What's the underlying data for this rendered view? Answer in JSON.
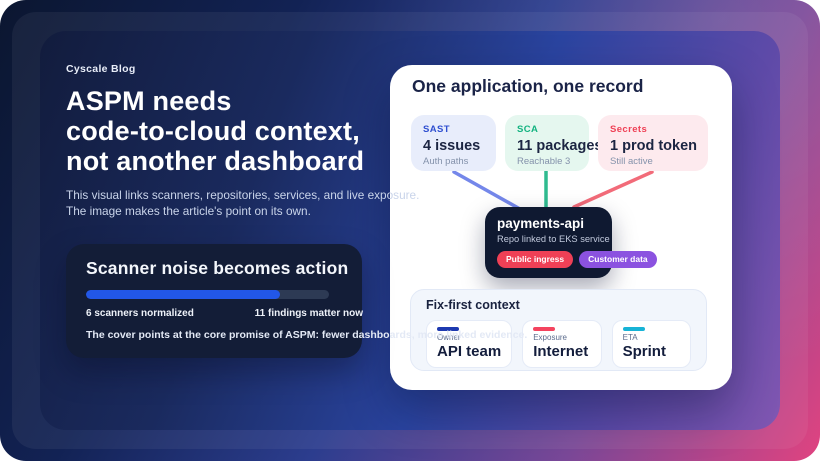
{
  "brand": {
    "label": "Cyscale Blog"
  },
  "hero": {
    "title_lines": [
      "ASPM needs",
      "code-to-cloud context,",
      "not another dashboard"
    ],
    "subtitle_lines": [
      "This visual links scanners, repositories, services, and live exposure.",
      "The image makes the article's point on its own."
    ]
  },
  "noise_card": {
    "title": "Scanner noise becomes action",
    "progress_percent": 80,
    "progress_width": "80%",
    "progress_color": "#2257e7",
    "left_stat": "6 scanners normalized",
    "right_stat": "11 findings matter now",
    "note": "The cover points at the core promise of ASPM: fewer dashboards, more linked evidence."
  },
  "record_card": {
    "title": "One application, one record",
    "scanners": [
      {
        "name": "SAST",
        "value": "4 issues",
        "detail": "Auth paths",
        "color": "#2f4fd0",
        "bg": "#e8edfb",
        "line_color": "#7487ea"
      },
      {
        "name": "SCA",
        "value": "11 packages",
        "detail": "Reachable 3",
        "color": "#13b380",
        "bg": "#e5f7ef",
        "line_color": "#2fbb8f"
      },
      {
        "name": "Secrets",
        "value": "1 prod token",
        "detail": "Still active",
        "color": "#ef4156",
        "bg": "#fdeaee",
        "line_color": "#f26b79"
      }
    ],
    "node": {
      "title": "payments-api",
      "subtitle": "Repo linked to EKS service",
      "badges": [
        {
          "label": "Public ingress",
          "color": "#ef4056"
        },
        {
          "label": "Customer data",
          "color": "#8b52e0"
        }
      ]
    },
    "fix_panel": {
      "title": "Fix-first context",
      "items": [
        {
          "label": "Owner",
          "value": "API team",
          "accent": "#1d39b0"
        },
        {
          "label": "Exposure",
          "value": "Internet",
          "accent": "#f4445f"
        },
        {
          "label": "ETA",
          "value": "Sprint",
          "accent": "#17b3d6"
        }
      ]
    }
  }
}
